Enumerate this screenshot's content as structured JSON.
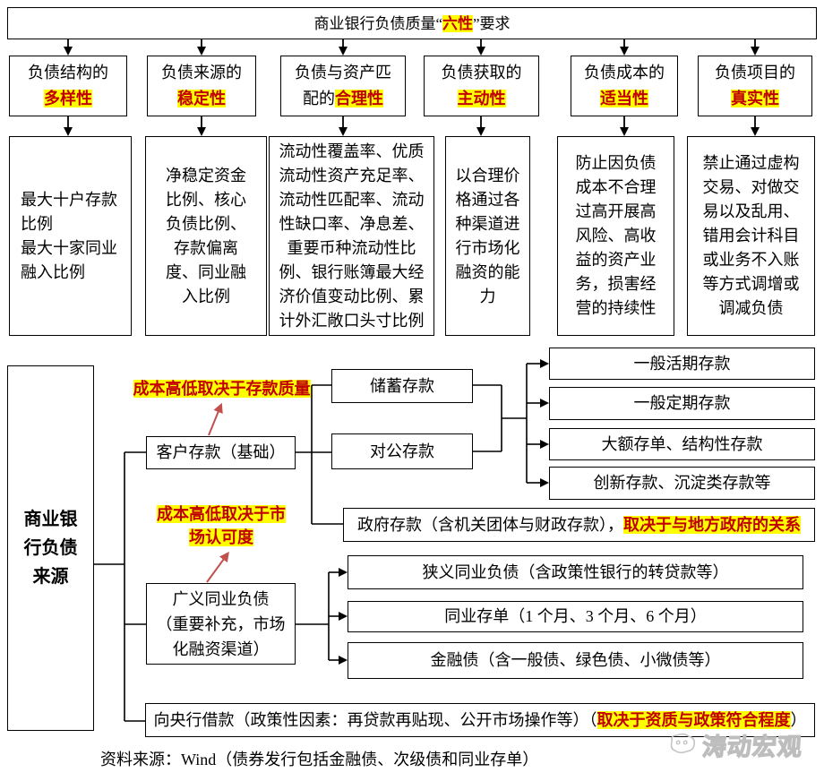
{
  "title": {
    "pre": "商业银行负债质量“",
    "hl": "六性",
    "post": "”要求"
  },
  "columns": [
    {
      "header": {
        "l1": "负债结构的",
        "l2pre": "",
        "l2hl": "多样性"
      },
      "detail": "最大十户存款比例\n最大十家同业融入比例"
    },
    {
      "header": {
        "l1": "负债来源的",
        "l2pre": "",
        "l2hl": "稳定性"
      },
      "detail": "净稳定资金比例、核心负债比例、存款偏离度、同业融入比例"
    },
    {
      "header": {
        "l1": "负债与资产匹",
        "l2pre": "配的",
        "l2hl": "合理性"
      },
      "detail": "流动性覆盖率、优质流动性资产充足率、流动性匹配率、流动性缺口率、净息差、重要币种流动性比例、银行账簿最大经济价值变动比例、累计外汇敞口头寸比例"
    },
    {
      "header": {
        "l1": "负债获取的",
        "l2pre": "",
        "l2hl": "主动性"
      },
      "detail": "以合理价格通过各种渠道进行市场化融资的能力"
    },
    {
      "header": {
        "l1": "负债成本的",
        "l2pre": "",
        "l2hl": "适当性"
      },
      "detail": "防止因负债成本不合理过高开展高风险、高收益的资产业务，损害经营的持续性"
    },
    {
      "header": {
        "l1": "负债项目的",
        "l2pre": "",
        "l2hl": "真实性"
      },
      "detail": "禁止通过虚构交易、对做交易以及乱用、错用会计科目或业务不入账等方式调增或调减负债"
    }
  ],
  "flow": {
    "root": "商业银行负债来源",
    "annotation1": "成本高低取决于存款质量",
    "annotation2": "成本高低取决于市场认可度",
    "customer": "客户存款（基础）",
    "savings": "储蓄存款",
    "corporate": "对公存款",
    "deposit_types": [
      "一般活期存款",
      "一般定期存款",
      "大额存单、结构性存款",
      "创新存款、沉淀类存款等"
    ],
    "government": {
      "pre": "政府存款（含机关团体与财政存款），",
      "hl": "取决于与地方政府的关系"
    },
    "interbank": "广义同业负债\n（重要补充，市场\n化融资渠道）",
    "interbank_types": [
      "狭义同业负债（含政策性银行的转贷款等）",
      "同业存单（1 个月、3 个月、6 个月）",
      "金融债（含一般债、绿色债、小微债等）"
    ],
    "central_bank": {
      "pre": "向央行借款（政策性因素：再贷款再贴现、公开市场操作等）（",
      "hl": "取决于资质与政策符合程度",
      "post": "）"
    }
  },
  "footer": {
    "source_note": "资料来源：Wind（债券发行包括金融债、次级债和同业存单）",
    "watermark": "涛动宏观"
  },
  "colors": {
    "highlight": "#ffff00",
    "red_text": "#c00000",
    "red_arrow": "#c0504d"
  }
}
